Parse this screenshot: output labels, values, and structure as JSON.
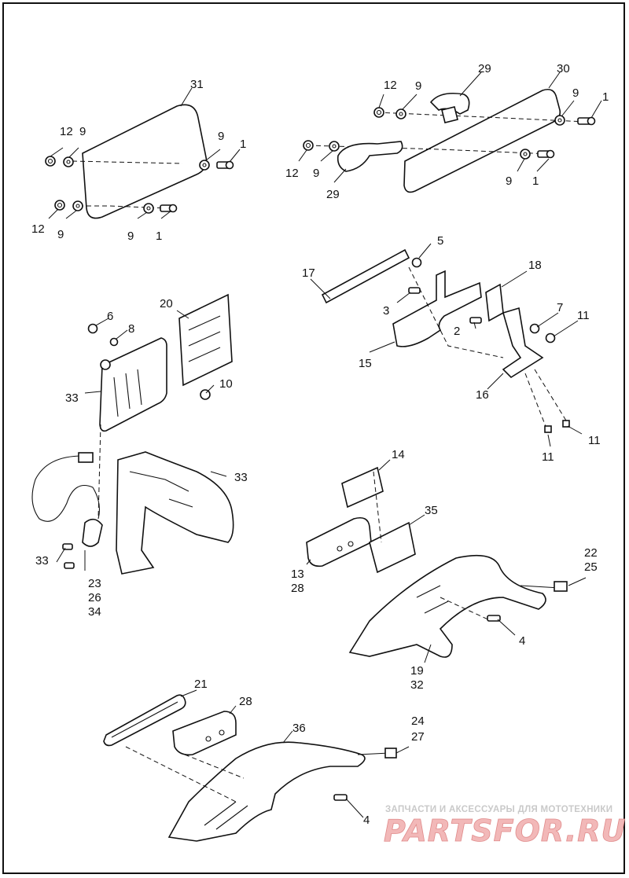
{
  "labels": {
    "l31": "31",
    "l12a": "12",
    "l9a": "9",
    "l9b": "9",
    "l1a": "1",
    "l12b": "12",
    "l9c": "9",
    "l9d": "9",
    "l1b": "1",
    "l29a": "29",
    "l30": "30",
    "l12c": "12",
    "l9e": "9",
    "l9f": "9",
    "l1c": "1",
    "l12d": "12",
    "l9g": "9",
    "l29b": "29",
    "l9h": "9",
    "l1d": "1",
    "l5": "5",
    "l17": "17",
    "l18": "18",
    "l3": "3",
    "l7": "7",
    "l11a": "11",
    "l2": "2",
    "l15": "15",
    "l16": "16",
    "l11b": "11",
    "l11c": "11",
    "l6": "6",
    "l20": "20",
    "l8": "8",
    "l10": "10",
    "l33a": "33",
    "l33b": "33",
    "l33c": "33",
    "l23": "23",
    "l26": "26",
    "l34": "34",
    "l14": "14",
    "l35": "35",
    "l22": "22",
    "l25": "25",
    "l13": "13",
    "l28a": "28",
    "l4a": "4",
    "l19": "19",
    "l32": "32",
    "l21": "21",
    "l28b": "28",
    "l36": "36",
    "l24": "24",
    "l27": "27",
    "l4b": "4"
  },
  "watermark": {
    "caption": "ЗАПЧАСТИ И АКСЕССУАРЫ ДЛЯ МОТОТЕХНИКИ",
    "brand": "PARTSFOR.RU"
  }
}
